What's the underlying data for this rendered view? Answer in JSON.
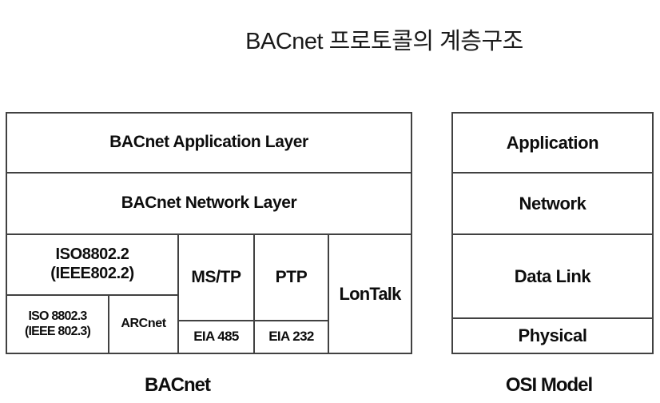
{
  "title": "BACnet 프로토콜의 계층구조",
  "colors": {
    "background": "#ffffff",
    "line": "#414141",
    "text": "#0d0d0d"
  },
  "bacnet_stack": {
    "caption": "BACnet",
    "cells": {
      "application": "BACnet Application Layer",
      "network": "BACnet Network Layer",
      "iso8802_2_line1": "ISO8802.2",
      "iso8802_2_line2": "(IEEE802.2)",
      "iso8802_3_line1": "ISO 8802.3",
      "iso8802_3_line2": "(IEEE 802.3)",
      "arcnet": "ARCnet",
      "mstp": "MS/TP",
      "ptp": "PTP",
      "eia485": "EIA 485",
      "eia232": "EIA 232",
      "lontalk": "LonTalk"
    }
  },
  "osi_model": {
    "caption": "OSI Model",
    "layers": [
      "Application",
      "Network",
      "Data Link",
      "Physical"
    ]
  }
}
